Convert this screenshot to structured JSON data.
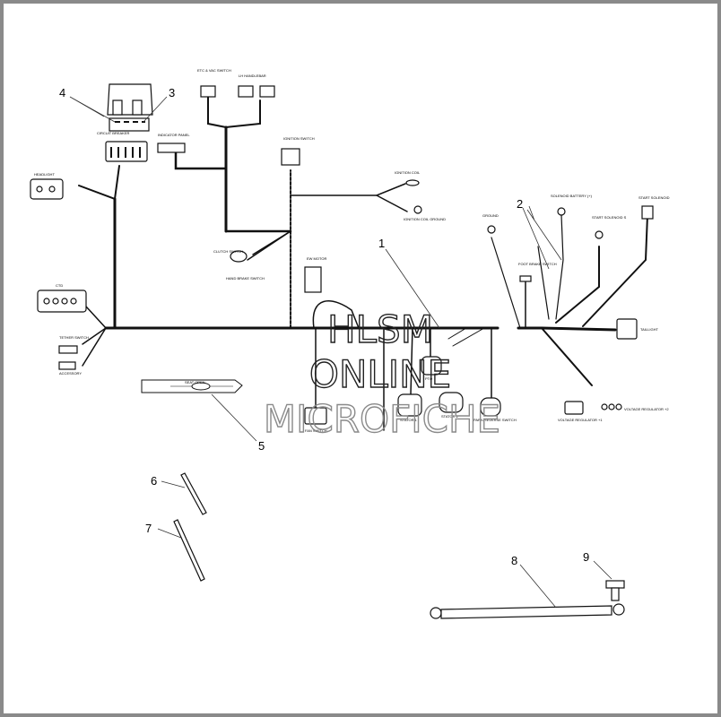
{
  "watermark": {
    "line1": "HLSM",
    "line2": "ONLINE",
    "line3": "MICROFICHE"
  },
  "callouts": [
    "1",
    "2",
    "3",
    "4",
    "5",
    "6",
    "7",
    "8",
    "9"
  ],
  "labels": {
    "circuit_breaker": "CIRCUIT BREAKER",
    "headlight": "HEADLIGHT",
    "ctd": "CTD",
    "tether_switch": "TETHER SWITCH",
    "accessory": "ACCESSORY",
    "etc_switch": "ETC & VAC SWITCH",
    "handlebar": "LH HANDLEBAR",
    "indicator_panel": "INDICATOR PANEL",
    "ignition_switch": "IGNITION SWITCH",
    "ignition_coil": "IGNITION COIL",
    "ignition_coil_ground": "IGNITION COIL GROUND",
    "clutch_switch": "CLUTCH SWITCH",
    "hand_brake_switch": "HAND BRAKE SWITCH",
    "pto": "PTO",
    "ew_motor": "EW MOTOR",
    "ground": "GROUND",
    "foot_brake_switch": "FOOT BRAKE SWITCH",
    "solenoid_battery": "SOLENOID BATTERY (+)",
    "start_solenoid_s": "START SOLENOID S",
    "start_solenoid": "START SOLENOID",
    "taillight": "TAILLIGHT",
    "fan_switch": "FAN SWITCH",
    "stator_1": "STATOR 1",
    "stator_2": "STATOR 2",
    "reverse_switch": "PARK/REVERSE SWITCH",
    "voltage_regulator_1": "VOLTAGE REGULATOR +1",
    "voltage_regulator_2": "VOLTAGE REGULATOR +2",
    "seat_decal": "SEAT OPEN"
  }
}
